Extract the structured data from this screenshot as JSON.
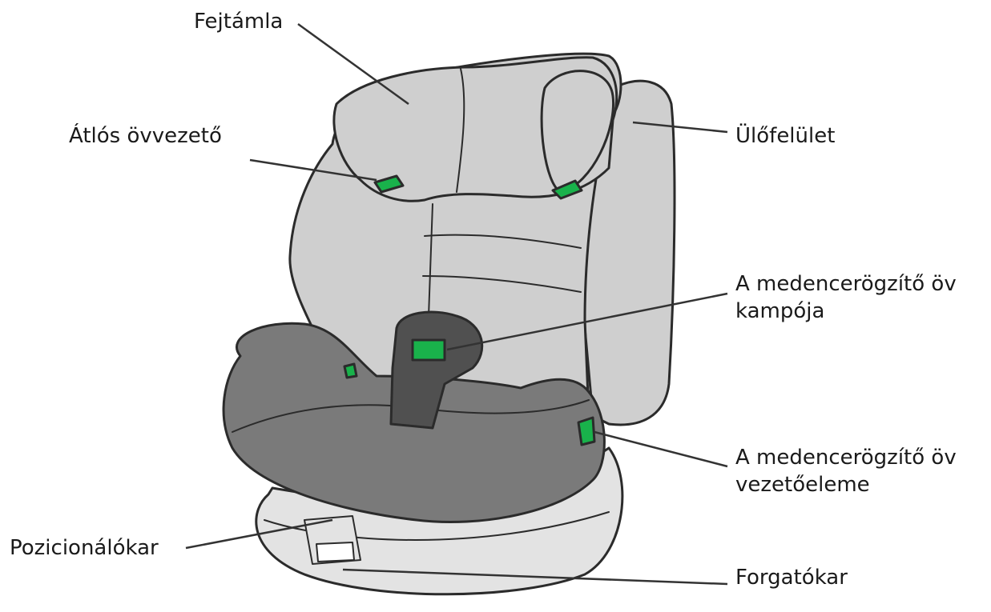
{
  "labels": {
    "headrest": "Fejtámla",
    "diagonal_belt_guide": "Átlós övvezető",
    "seat_surface": "Ülőfelület",
    "lap_belt_hook_line1": "A medencerögzítő öv",
    "lap_belt_hook_line2": "kampója",
    "lap_belt_guide_line1": "A medencerögzítő öv",
    "lap_belt_guide_line2": "vezetőeleme",
    "positioning_lever": "Pozicionálókar",
    "rotation_lever": "Forgatókar"
  },
  "colors": {
    "outline": "#2b2b2b",
    "light_gray": "#cfcfcf",
    "seat_dark": "#7a7a7a",
    "pad_dark": "#505050",
    "green": "#19b24b",
    "base": "#e3e3e3"
  }
}
